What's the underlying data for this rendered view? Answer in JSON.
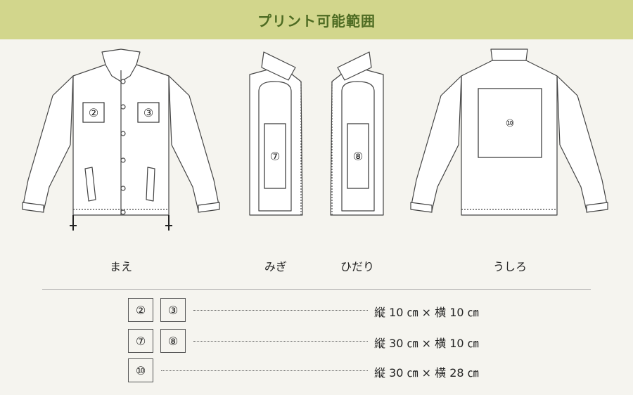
{
  "title": "プリント可能範囲",
  "views": {
    "front": "まえ",
    "right": "みぎ",
    "left": "ひだり",
    "back": "うしろ"
  },
  "areas": {
    "a2": "②",
    "a3": "③",
    "a7": "⑦",
    "a8": "⑧",
    "a10": "⑩"
  },
  "specs": [
    {
      "labels": [
        "②",
        "③"
      ],
      "text": "縦 10 ㎝ × 横 10 ㎝"
    },
    {
      "labels": [
        "⑦",
        "⑧"
      ],
      "text": "縦 30 ㎝ × 横 10 ㎝"
    },
    {
      "labels": [
        "⑩"
      ],
      "text": "縦 30 ㎝ × 横 28 ㎝"
    }
  ],
  "colors": {
    "header_bg": "#d2d68c",
    "header_text": "#4d6b22",
    "page_bg": "#f5f4ef",
    "line": "#444444"
  }
}
